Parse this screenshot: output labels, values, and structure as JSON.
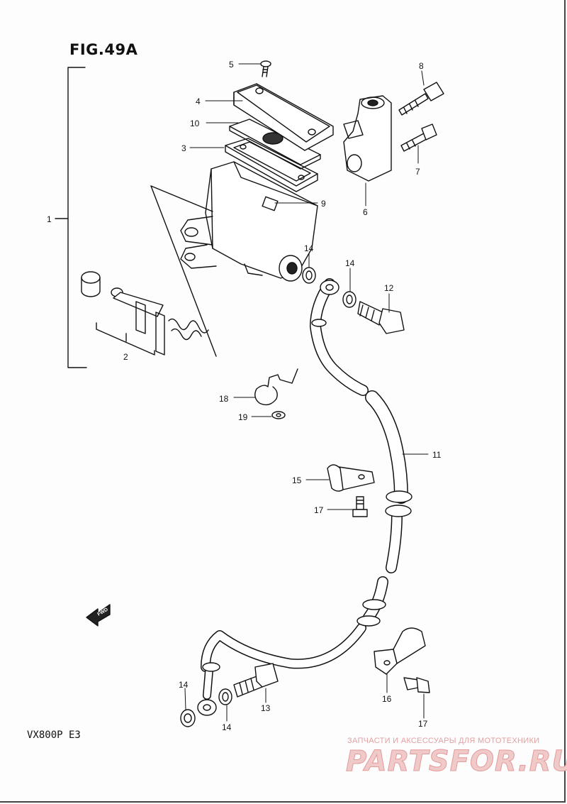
{
  "figure": {
    "title": "FIG.49A",
    "model": "VX800P  E3"
  },
  "watermark": {
    "subtitle": "ЗАПЧАСТИ И АКСЕССУАРЫ ДЛЯ МОТОТЕХНИКИ",
    "brand": "PARTSFOR.RU"
  },
  "fwd_label": "FWD",
  "callouts": {
    "c1": "1",
    "c2": "2",
    "c3": "3",
    "c4": "4",
    "c5": "5",
    "c6": "6",
    "c7": "7",
    "c8": "8",
    "c9": "9",
    "c10": "10",
    "c11": "11",
    "c12": "12",
    "c13": "13",
    "c14a": "14",
    "c14b": "14",
    "c14c": "14",
    "c14d": "14",
    "c15": "15",
    "c16": "16",
    "c17a": "17",
    "c17b": "17",
    "c18": "18",
    "c19": "19"
  },
  "colors": {
    "ink": "#111111",
    "watermark_red": "#e49a9a"
  }
}
